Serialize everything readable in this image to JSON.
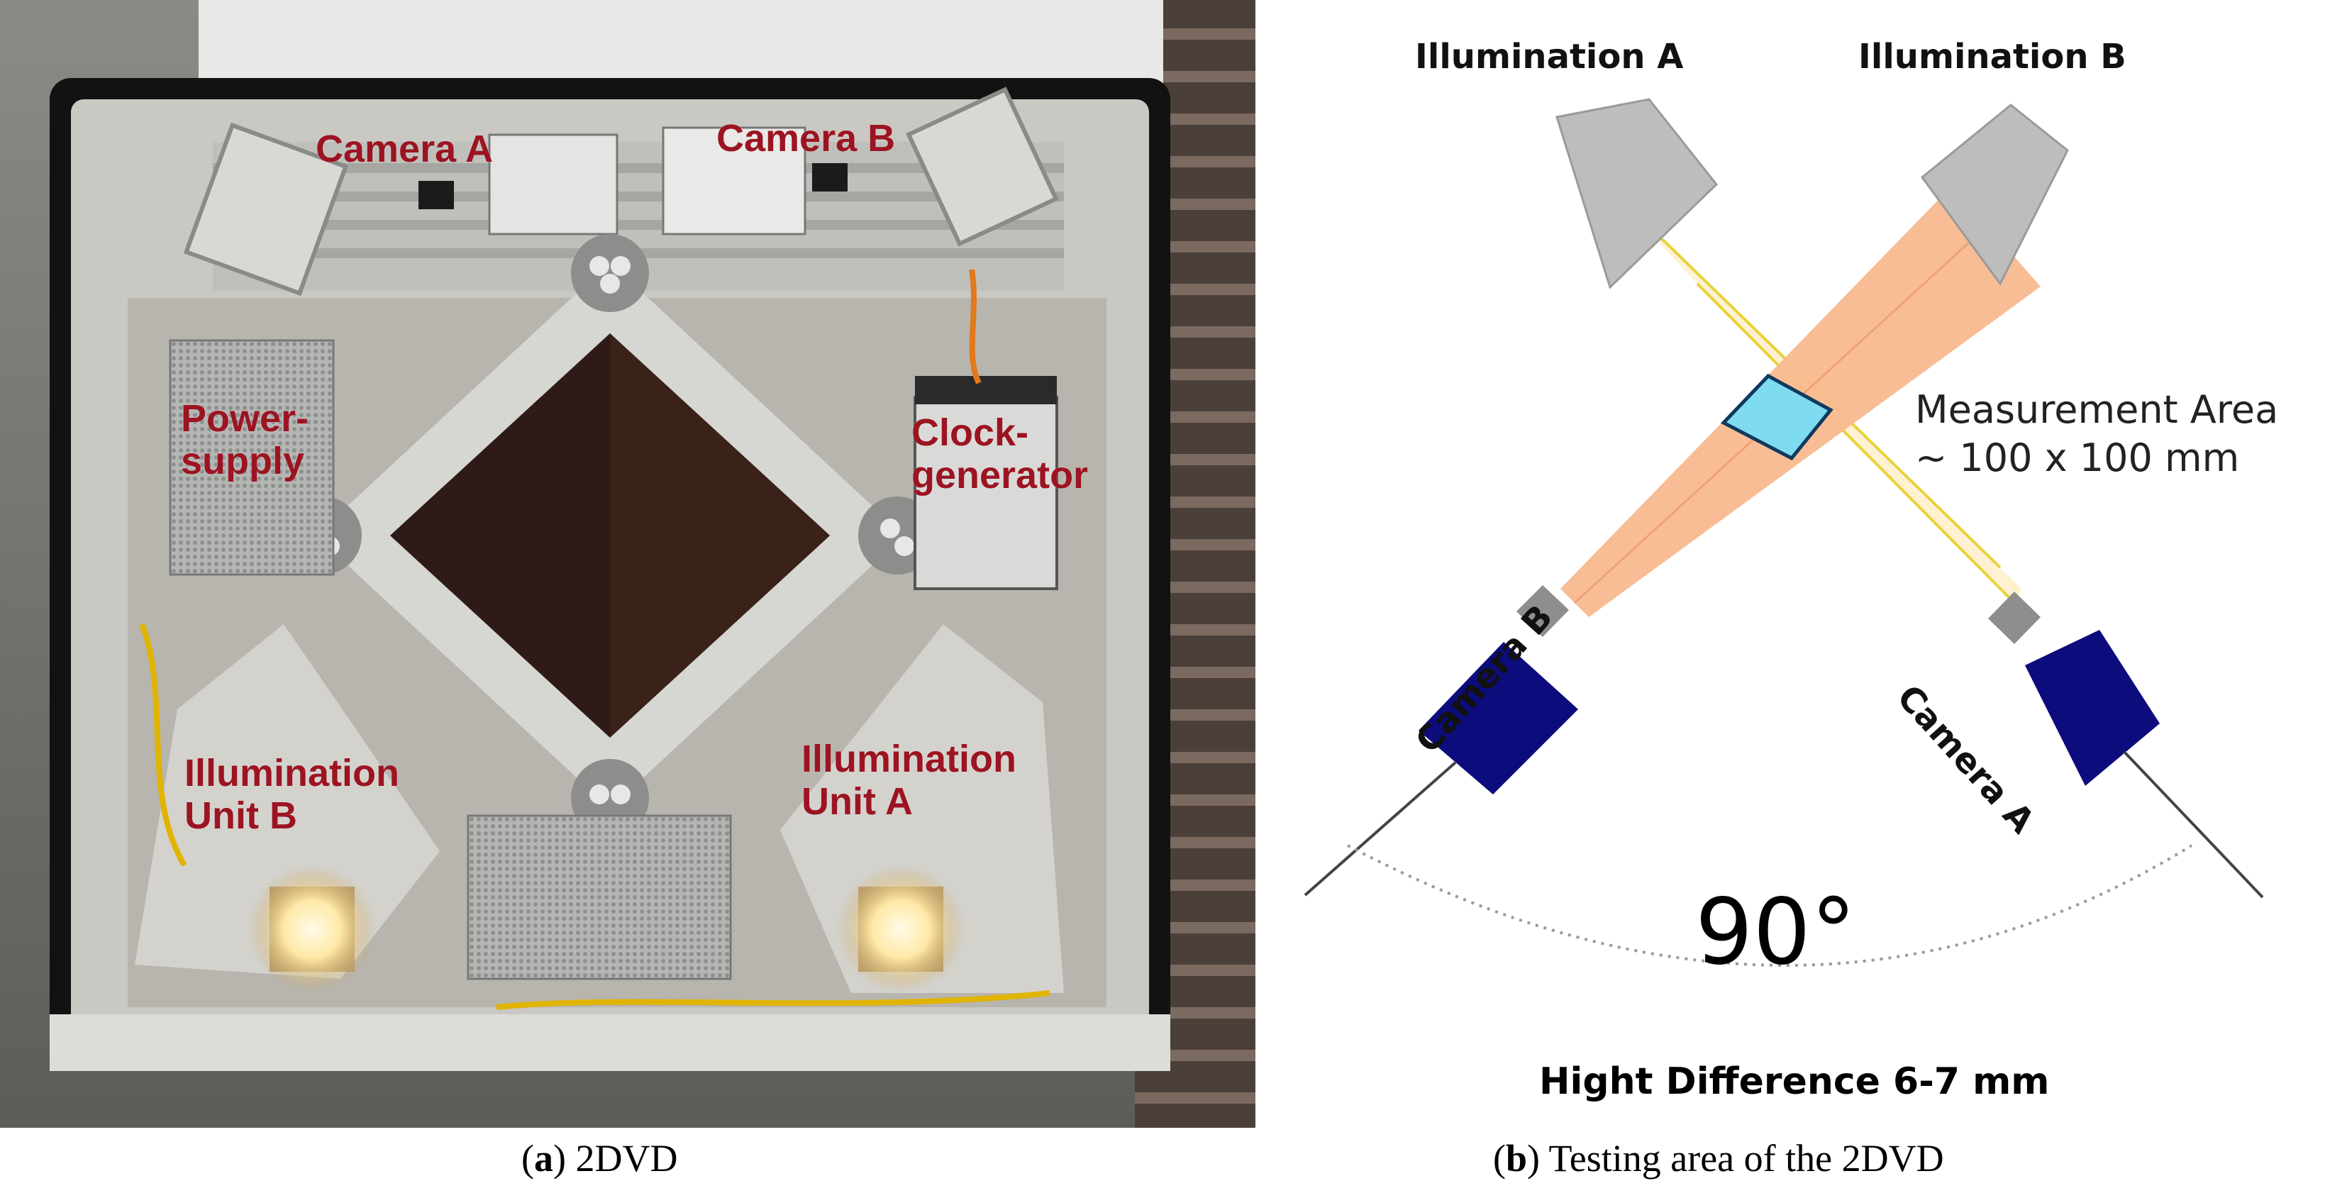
{
  "panel_a": {
    "labels": {
      "camera_a": "Camera A",
      "camera_b": "Camera B",
      "power_supply": "Power-\nsupply",
      "clock_generator": "Clock-\ngenerator",
      "illumination_unit_b": "Illumination\nUnit B",
      "illumination_unit_a": "Illumination\nUnit A"
    },
    "label_color": "#9c1422"
  },
  "panel_b": {
    "illumination_a": "Illumination A",
    "illumination_b": "Illumination B",
    "camera_a": "Camera A",
    "camera_b": "Camera B",
    "measurement_area": "Measurement Area\n~ 100 x 100 mm",
    "angle": "90°",
    "height_difference": "Hight Difference 6-7 mm",
    "colors": {
      "camera_body": "#0c0c7c",
      "illumination_body": "#bdbdbd",
      "beam_a": "#fff0c4",
      "beam_b": "#f8b98e",
      "measurement_area": "#7fdcf0"
    }
  },
  "captions": {
    "a_letter": "a",
    "a_text": " 2DVD",
    "b_letter": "b",
    "b_text": " Testing area of the 2DVD"
  }
}
